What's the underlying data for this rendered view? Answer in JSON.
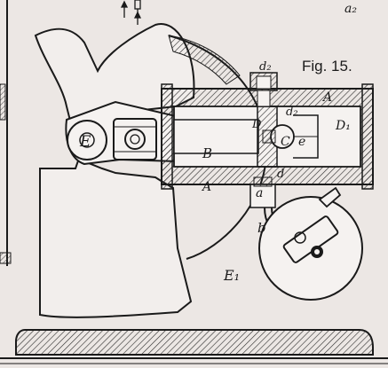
{
  "figure": {
    "caption": "Fig. 15.",
    "labels": {
      "E": "E",
      "B": "B",
      "A_left": "A",
      "A_right": "A",
      "D": "D",
      "D1": "D₁",
      "d2": "d₂",
      "d_sub2": "d₂",
      "d": "d",
      "a": "a",
      "b": "b",
      "C": "C",
      "e": "e",
      "E1": "E₁",
      "a2_corner": "a₂"
    }
  },
  "colors": {
    "ink": "#1a1a1a",
    "paper": "#ece7e4",
    "hatch": "#2a2a2a"
  }
}
